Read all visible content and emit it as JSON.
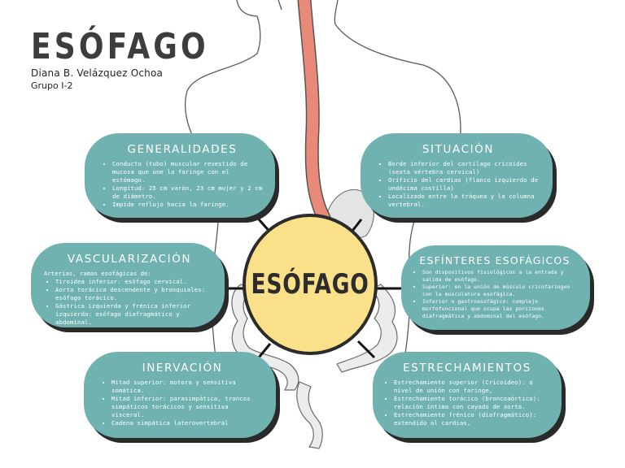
{
  "header": {
    "title": "ESÓFAGO",
    "author": "Diana B. Velázquez Ochoa",
    "group": "Grupo I-2"
  },
  "center": {
    "label": "ESÓFAGO"
  },
  "colors": {
    "card": "#6fb2b0",
    "center_fill": "#fbe08a",
    "esophagus": "#e98a78",
    "outline": "#2b2b2b"
  },
  "cards": {
    "generalidades": {
      "title": "GENERALIDADES",
      "items": [
        "Conducto (tubo) muscular revestido de mucosa que une la faringe con el estómago.",
        "Longitud: 25 cm varón, 23 cm mujer y 2 cm de diámetro.",
        "Impide reflujo hacia la faringe."
      ]
    },
    "situacion": {
      "title": "SITUACIÓN",
      "items": [
        "Borde inferior del cartílago cricoides (sexta vértebra cervical)",
        "Orificio del cardias (flanco izquierdo de undécima costilla)",
        "Localizado entre la tráquea y la columna vertebral."
      ]
    },
    "vascularizacion": {
      "title": "VASCULARIZACIÓN",
      "intro": "Arterias, ramas esofágicas de:",
      "items": [
        "Tiroidea inferior: esófago cervical.",
        "Aorta torácica descendente y bronquiales: esófago torácico.",
        "Gástrica izquierda y frénica inferior izquierda: esófago diafragmático y abdominal."
      ]
    },
    "esfinteres": {
      "title": "ESFÍNTERES ESOFÁGICOS",
      "items": [
        "Son dispositivos fisiológicos a la entrada y salida de esófago.",
        "Superior: en la unión de músculo cricofaríngeo con la musculatura esofágica.",
        "Inferior o gastroesofágico: complejo morfofuncional que ocupa las porciones diafragmática y abdominal del esófago."
      ]
    },
    "inervacion": {
      "title": "INERVACIÓN",
      "items": [
        "Mitad superior: motora y sensitiva somática.",
        "Mitad inferior: parasimpática, troncos simpáticos torácicos y sensitiva visceral.",
        "Cadena simpática laterovertebral"
      ]
    },
    "estrechamientos": {
      "title": "ESTRECHAMIENTOS",
      "items": [
        "Estrechamiento superior (Cricoideo): a nivel de unión con faringe,",
        "Estrechamiento torácico (broncoaórtico): relación íntima con cayado de aorta.",
        "Estrechamiento frénico (diafragmático): extendido al cardias,"
      ]
    }
  }
}
